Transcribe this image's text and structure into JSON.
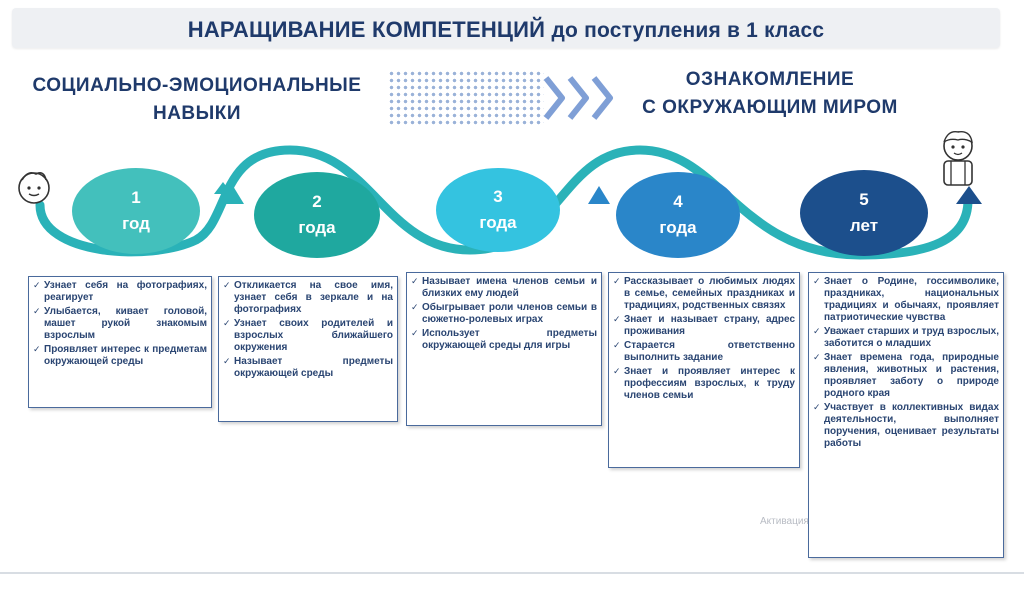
{
  "title": {
    "strong": "НАРАЩИВАНИЕ КОМПЕТЕНЦИЙ",
    "rest": "до поступления в 1 класс"
  },
  "left_heading": {
    "line1": "СОЦИАЛЬНО-ЭМОЦИОНАЛЬНЫЕ",
    "line2": "НАВЫКИ"
  },
  "right_heading": {
    "line1": "ОЗНАКОМЛЕНИЕ",
    "line2": "С ОКРУЖАЮЩИМ  МИРОМ"
  },
  "colors": {
    "title": "#1f3a6b",
    "track": "#2ab2b8",
    "step1": "#43c0bc",
    "step2": "#1fa89f",
    "step3": "#34c3e0",
    "step4": "#2a86c9",
    "step5": "#1c4f8c"
  },
  "icons": [
    "baby-face-icon",
    "schoolchild-icon",
    "chevron-right-icon"
  ],
  "steps": [
    {
      "number": "1",
      "unit": "год",
      "color": "#43c0bc",
      "items": [
        "Узнает себя на фотографиях, реагирует",
        "Улыбается, кивает головой, машет рукой знакомым взрослым",
        "Проявляет интерес к предметам окружающей среды"
      ]
    },
    {
      "number": "2",
      "unit": "года",
      "color": "#1fa89f",
      "items": [
        "Откликается на свое имя, узнает себя в зеркале и на фотографиях",
        "Узнает своих родителей и взрослых ближайшего окружения",
        "Называет предметы окружающей среды"
      ]
    },
    {
      "number": "3",
      "unit": "года",
      "color": "#34c3e0",
      "items": [
        "Называет имена членов семьи и близких ему людей",
        "Обыгрывает роли членов семьи в сюжетно-ролевых играх",
        "Использует предметы окружающей среды для игры"
      ]
    },
    {
      "number": "4",
      "unit": "года",
      "color": "#2a86c9",
      "items": [
        "Рассказывает о любимых людях в семье, семейных праздниках и традициях, родственных связях",
        "Знает и называет страну, адрес проживания",
        "Старается ответственно выполнить задание",
        "Знает и проявляет интерес к профессиям взрослых, к труду членов семьи"
      ]
    },
    {
      "number": "5",
      "unit": "лет",
      "color": "#1c4f8c",
      "items": [
        "Знает о Родине, госсимволике, праздниках, национальных традициях и обычаях, проявляет патриотические чувства",
        "Уважает старших и труд взрослых, заботится о младших",
        "Знает времена года, природные явления, животных и растения, проявляет заботу о природе родного края",
        "Участвует в коллективных видах деятельности, выполняет поручения, оценивает результаты работы"
      ]
    }
  ],
  "watermark": "Активация"
}
